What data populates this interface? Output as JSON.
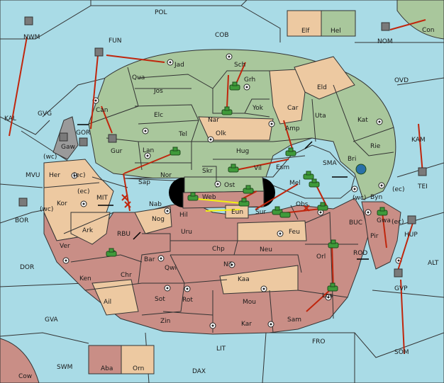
{
  "colors": {
    "sea": "#a9dbe6",
    "green_power": "#a9c79c",
    "neutral": "#edc9a1",
    "red_power": "#c98e86",
    "order_arrow": "#c0260d",
    "support_arrow": "#f2f211"
  },
  "icons": {
    "army": "tank-icon",
    "fleet": "fleet-icon",
    "supply_center": "supply-center-icon",
    "coast_arrow": "double-arrow-icon",
    "conflict": "cross-icon"
  },
  "labels": {
    "pol": "POL",
    "cob": "COB",
    "fun": "FUN",
    "nwm": "NWM",
    "kal": "KAL",
    "gvg": "GVG",
    "gor": "GOR",
    "mvu": "MVU",
    "wc1": "(wc)",
    "wc2": "(wc)",
    "ec1": "(ec)",
    "ec2": "(ec)",
    "mit": "MIT",
    "bor": "BOR",
    "rbu": "RBU",
    "dor": "DOR",
    "gva": "GVA",
    "swm": "SWM",
    "cow": "Cow",
    "lit": "LIT",
    "dax": "DAX",
    "fro": "FRO",
    "som": "SOM",
    "gvp": "GVP",
    "alt": "ALT",
    "rod": "ROD",
    "buc": "BUC",
    "hup": "HUP",
    "tei": "TEI",
    "kam": "KAM",
    "ovd": "OVD",
    "nom": "NOM",
    "con": "Con",
    "elf": "Elf",
    "hel": "Hel",
    "sma": "SMA",
    "jad": "Jad",
    "sch": "Sch",
    "qua": "Qua",
    "jos": "Jos",
    "grh": "Grh",
    "eld": "Eld",
    "can": "Can",
    "yok": "Yok",
    "car": "Car",
    "elc": "Elc",
    "nar": "Nar",
    "uta": "Uta",
    "kat": "Kat",
    "tel": "Tel",
    "olk": "Olk",
    "amp": "Amp",
    "gur": "Gur",
    "gaw": "Gaw",
    "rie": "Rie",
    "lan": "Lan",
    "hug": "Hug",
    "esm": "Esm",
    "bri": "Bri",
    "nor": "Nor",
    "vil": "Vil",
    "her": "Her",
    "sap": "Sap",
    "skr": "Skr",
    "ost": "Ost",
    "mel": "Mel",
    "byn": "Byn",
    "kor": "Kor",
    "web": "Web",
    "nab": "Nab",
    "obs": "Obs",
    "hil": "Hil",
    "eun": "Eun",
    "sur": "Sur",
    "gwa": "Gwa",
    "pir": "Pir",
    "nog": "Nog",
    "uru": "Uru",
    "feu": "Feu",
    "ark": "Ark",
    "ver": "Ver",
    "chp": "Chp",
    "neu": "Neu",
    "orl": "Orl",
    "bar": "Bar",
    "qwi": "Qwi",
    "nil": "Nil",
    "ken": "Ken",
    "chr": "Chr",
    "kaa": "Kaa",
    "ail": "Ail",
    "sot": "Sot",
    "rot": "Rot",
    "mou": "Mou",
    "los": "Los",
    "zin": "Zin",
    "kar": "Kar",
    "sam": "Sam",
    "aba": "Aba",
    "orn": "Orn"
  }
}
